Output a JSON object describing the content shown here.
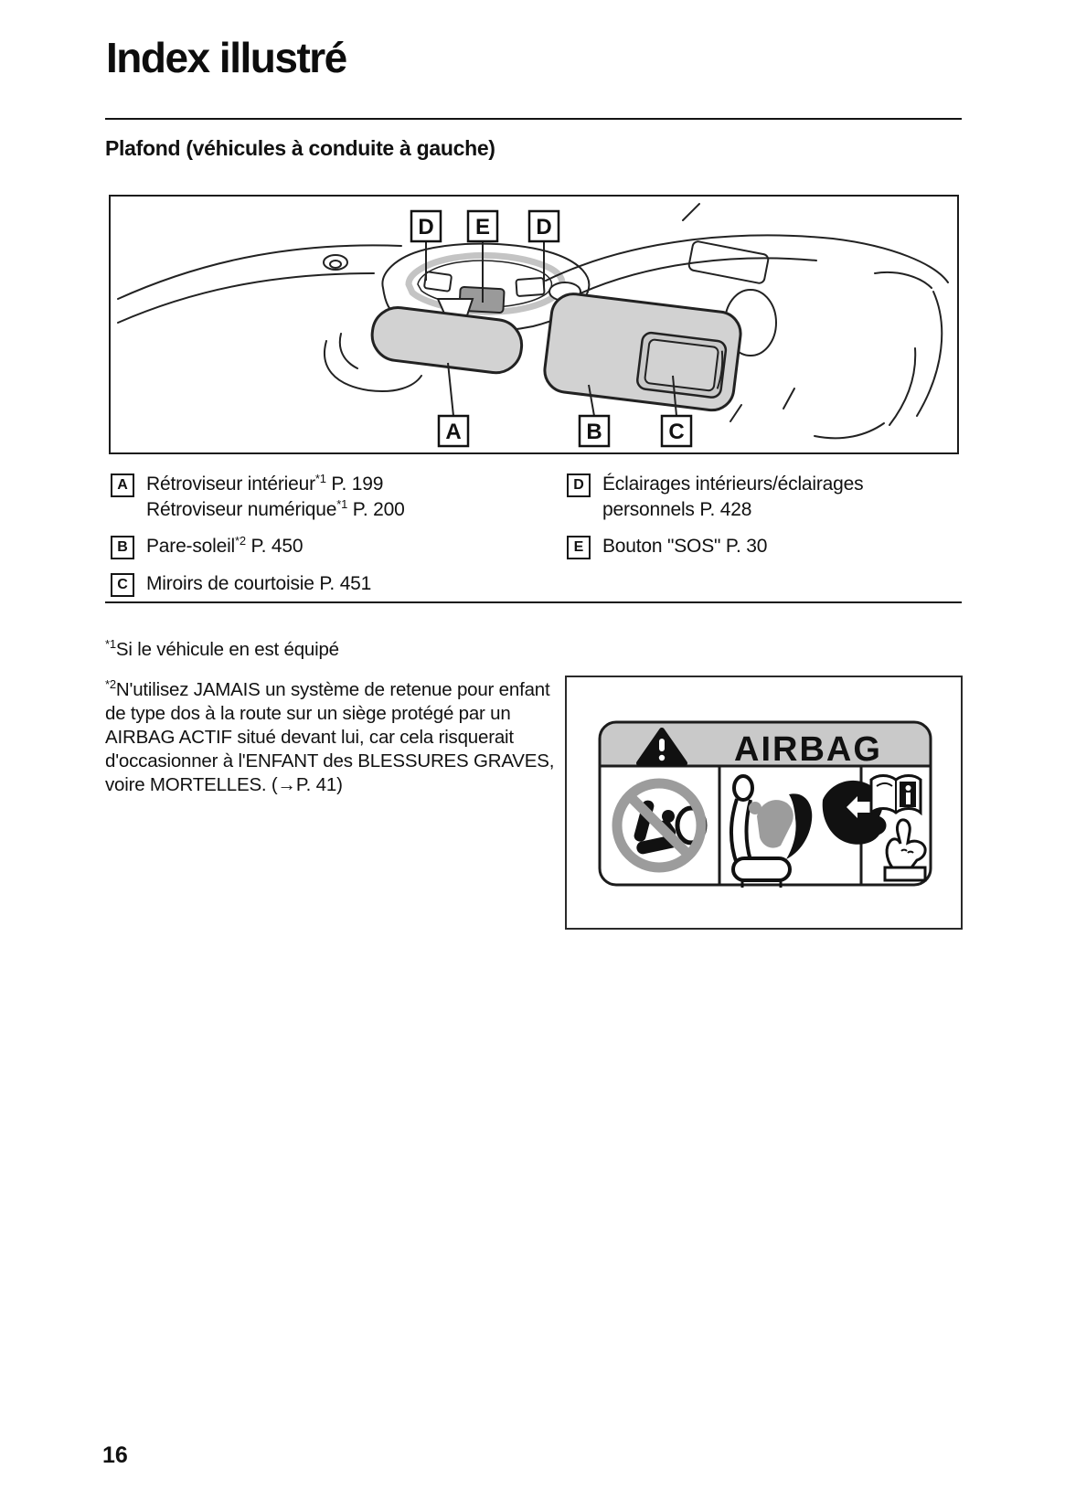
{
  "page": {
    "title": "Index illustré",
    "section_heading": "Plafond (véhicules à conduite à gauche)",
    "page_number": "16"
  },
  "diagram": {
    "description": "Vue du plafond du véhicule : console de pavillon, rétroviseur intérieur et pare-soleil",
    "callouts_top": [
      "D",
      "E",
      "D"
    ],
    "callouts_bottom": [
      "A",
      "B",
      "C"
    ]
  },
  "legend": {
    "left": [
      {
        "key": "A",
        "line1": {
          "text": "Rétroviseur intérieur",
          "sup": "*1",
          "page": " P. 199"
        },
        "line2": {
          "text": "Rétroviseur numérique",
          "sup": "*1",
          "page": " P. 200"
        }
      },
      {
        "key": "B",
        "line1": {
          "text": "Pare-soleil",
          "sup": "*2",
          "page": " P. 450"
        }
      },
      {
        "key": "C",
        "line1": {
          "text": "Miroirs de courtoisie P. 451",
          "sup": "",
          "page": ""
        }
      }
    ],
    "right": [
      {
        "key": "D",
        "line1": {
          "text": "Éclairages intérieurs/éclairages",
          "sup": "",
          "page": ""
        },
        "line2": {
          "text": "personnels P. 428",
          "sup": "",
          "page": ""
        }
      },
      {
        "key": "E",
        "line1": {
          "text": "Bouton \"SOS\" P. 30",
          "sup": "",
          "page": ""
        }
      }
    ]
  },
  "footnotes": [
    {
      "marker": "*1",
      "text": "Si le véhicule en est équipé"
    },
    {
      "marker": "*2",
      "text": "N'utilisez JAMAIS un système de retenue pour enfant de type dos à la route sur un siège protégé par un AIRBAG ACTIF situé devant lui, car cela risquerait d'occasionner à l'ENFANT des BLESSURES GRAVES, voire MORTELLES. (→P. 41)"
    }
  ],
  "airbag_label": {
    "header_text": "AIRBAG",
    "icons": [
      "warning-triangle-icon",
      "no-rear-facing-child-seat-icon",
      "airbag-deployment-icon",
      "read-owners-manual-icon"
    ]
  },
  "colors": {
    "ink": "#141414",
    "line_art": "#222222",
    "mirror_visor_fill": "#d2d2d2",
    "airbag_header_bg": "#c9c9c9",
    "prohibition_gray": "#9c9c9c"
  }
}
